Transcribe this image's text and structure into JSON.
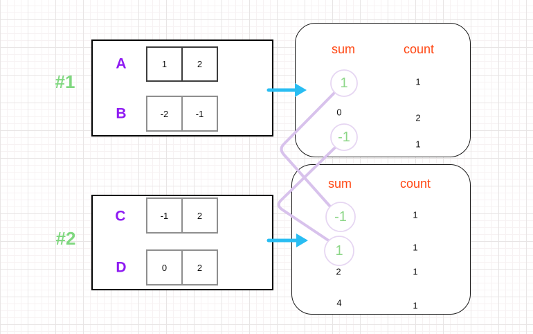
{
  "colors": {
    "group_label_green": "#7FD77F",
    "row_letter_purple": "#8E1AF2",
    "header_orange": "#FF4713",
    "matched_sum_green": "#8CD687",
    "connector_lavender": "#D8C2EC",
    "arrow_cyan": "#29BDF2"
  },
  "groups": [
    {
      "label": "#1",
      "rows": [
        {
          "name": "A",
          "cells": [
            "1",
            "2"
          ]
        },
        {
          "name": "B",
          "cells": [
            "-2",
            "-1"
          ]
        }
      ]
    },
    {
      "label": "#2",
      "rows": [
        {
          "name": "C",
          "cells": [
            "-1",
            "2"
          ]
        },
        {
          "name": "D",
          "cells": [
            "0",
            "2"
          ]
        }
      ]
    }
  ],
  "tables": [
    {
      "header_sum": "sum",
      "header_count": "count",
      "rows": [
        {
          "sum": "1",
          "count": "1",
          "matched": true
        },
        {
          "sum": "0",
          "count": "2",
          "matched": false
        },
        {
          "sum": "-1",
          "count": "1",
          "matched": true
        }
      ]
    },
    {
      "header_sum": "sum",
      "header_count": "count",
      "rows": [
        {
          "sum": "-1",
          "count": "1",
          "matched": true
        },
        {
          "sum": "1",
          "count": "1",
          "matched": true
        },
        {
          "sum": "2",
          "count": "1",
          "matched": false
        },
        {
          "sum": "4",
          "count": "1",
          "matched": false
        }
      ]
    }
  ]
}
